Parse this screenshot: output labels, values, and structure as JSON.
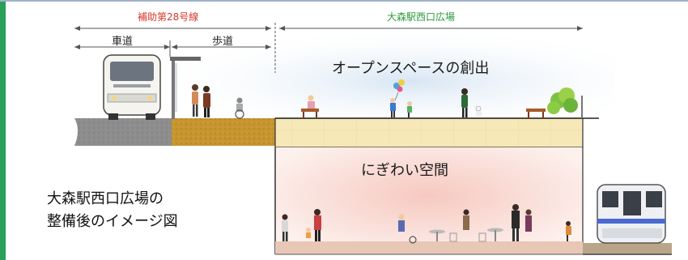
{
  "header": {
    "road_section": "補助第28号線",
    "plaza_section": "大森駅西口広場",
    "carriageway": "車道",
    "sidewalk": "歩道"
  },
  "upper_level": {
    "label": "オープンスペースの創出"
  },
  "lower_level": {
    "label": "にぎわい空間"
  },
  "caption": {
    "line1": "大森駅西口広場の",
    "line2": "整備後のイメージ図"
  },
  "colors": {
    "road_section_text": "#d8372a",
    "plaza_section_text": "#2a9a3a",
    "left_accent_bar": "#2aa05a",
    "deck_tile": "#f6e7b3",
    "road_asphalt": "#8c8c8c",
    "sidewalk_soil": "#c99628",
    "lower_floor_glow": "#f6c9c0",
    "sky_tint": "#dfe9f4"
  },
  "icons": [
    "bus-icon",
    "bus-shelter-icon",
    "train-icon",
    "balloon-icon",
    "bench-icon",
    "tree-icon",
    "cafe-table-icon",
    "pedestrian-icon"
  ]
}
